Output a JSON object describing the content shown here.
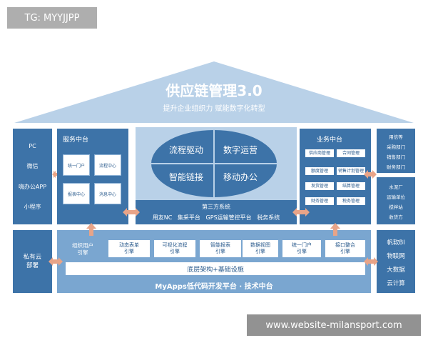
{
  "watermark_top": "TG: MYYJJPP",
  "watermark_bottom": "www.website-milansport.com",
  "header": {
    "title": "供应链管理3.0",
    "subtitle": "提升企业组织力  赋能数字化转型"
  },
  "left_column": {
    "items": [
      "PC",
      "微信",
      "嗨办公APP",
      "小程序"
    ],
    "bottom": "私有云\n部署"
  },
  "service_center": {
    "title": "服务中台",
    "cards": [
      "统一门户",
      "流程中心",
      "报表中心",
      "消息中心"
    ]
  },
  "center_ellipse": {
    "items": [
      "流程驱动",
      "数字运营",
      "智能链接",
      "移动办公"
    ]
  },
  "third_party": {
    "title": "第三方系统",
    "items": "用友NC   集采平台   GPS运输管控平台   税务系统"
  },
  "business_center": {
    "title": "业务中台",
    "cards": [
      "供应商管理",
      "合同管理",
      "额度管理",
      "销售计划管理",
      "发货管理",
      "结算管理",
      "财务管理",
      "税务管理"
    ]
  },
  "right_top": {
    "items": [
      "用信等",
      "采购部门",
      "销售部门",
      "财务部门"
    ]
  },
  "right_mid": {
    "items": [
      "水泥厂",
      "运输单位",
      "搅拌站",
      "收货方"
    ]
  },
  "right_bottom": {
    "items": [
      "帆软BI",
      "物联网",
      "大数据",
      "云计算"
    ]
  },
  "engines": {
    "org": "组织用户\n引擎",
    "items": [
      "动态表单\n引擎",
      "可视化流程\n引擎",
      "智能报表\n引擎",
      "数据视图\n引擎",
      "统一门户\n引擎",
      "接口整合\n引擎"
    ]
  },
  "infrastructure": "底层架构+基础设施",
  "platform": "MyApps低代码开发平台 · 技术中台",
  "colors": {
    "dark": "#3d73a8",
    "mid": "#7aa6d0",
    "light": "#b9d1e8",
    "arrow": "#e8a488"
  }
}
